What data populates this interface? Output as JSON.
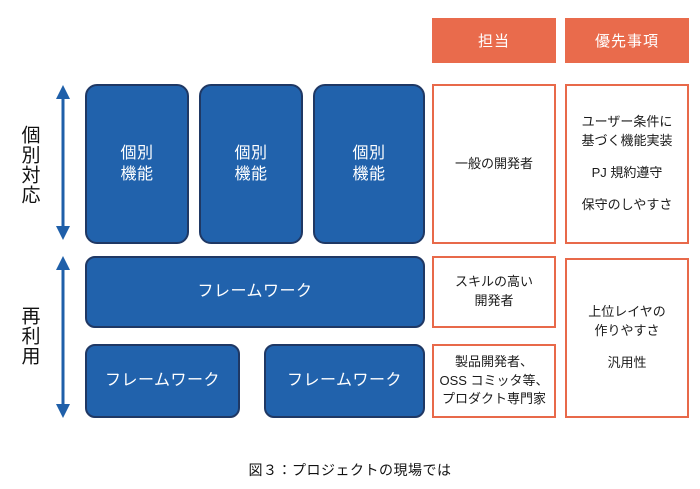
{
  "figure": {
    "caption": "図３：プロジェクトの現場では"
  },
  "columns": {
    "headers": [
      {
        "label": "担当",
        "color": "#E96B4C"
      },
      {
        "label": "優先事項",
        "color": "#E96B4C"
      }
    ]
  },
  "tiers": [
    {
      "side_label": "個別対応",
      "arrow": "double-headed-vertical-arrow",
      "boxes": [
        {
          "line1": "個別",
          "line2": "機能"
        },
        {
          "line1": "個別",
          "line2": "機能"
        },
        {
          "line1": "個別",
          "line2": "機能"
        }
      ],
      "assignment": {
        "lines": [
          "一般の開発者"
        ]
      },
      "priorities": {
        "items": [
          "ユーザー条件に\n基づく機能実装",
          "PJ 規約遵守",
          "保守のしやすさ"
        ]
      }
    },
    {
      "side_label": "再利用",
      "arrow": "double-headed-vertical-arrow",
      "framework_wide": {
        "label": "フレームワーク"
      },
      "framework_row": [
        {
          "label": "フレームワーク"
        },
        {
          "label": "フレームワーク"
        }
      ],
      "assignment_upper": {
        "lines": [
          "スキルの高い",
          "開発者"
        ]
      },
      "assignment_lower": {
        "lines": [
          "製品開発者、",
          "OSS コミッタ等、",
          "プロダクト専門家"
        ]
      },
      "priorities": {
        "items": [
          "上位レイヤの\n作りやすさ",
          "汎用性"
        ]
      }
    }
  ],
  "colors": {
    "blue_fill": "#2162AC",
    "blue_border": "#1F3864",
    "orange": "#E8694A",
    "orange_header": "#E96B4C",
    "arrow": "#1F5FA9",
    "text_dark": "#111111",
    "text_light": "#FFFFFF"
  }
}
